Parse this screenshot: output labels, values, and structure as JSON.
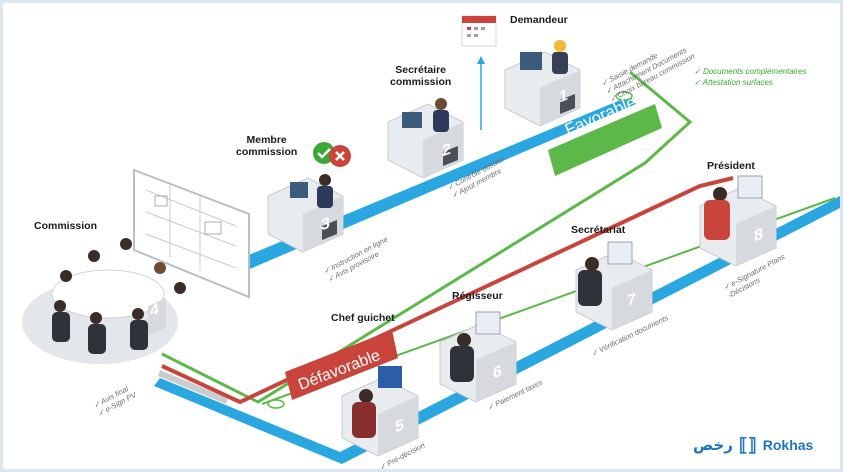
{
  "roles": {
    "demandeur": "Demandeur",
    "secretaire_commission": "Secrétaire\ncommission",
    "membre_commission": "Membre\ncommission",
    "commission": "Commission",
    "president": "Président",
    "secretariat": "Secrétariat",
    "regisseur": "Régisseur",
    "chef_guichet": "Chef guichet"
  },
  "steps": [
    "1",
    "2",
    "3",
    "4",
    "5",
    "6",
    "7",
    "8"
  ],
  "branches": {
    "favorable": "Favorable",
    "defavorable": "Défavorable"
  },
  "notes": {
    "step1": [
      "Saisie demande",
      "Attachement Documents",
      "Choix bureau commission"
    ],
    "step2": [
      "Contrôle dossier",
      "Ajout membre"
    ],
    "step3": [
      "Instruction en ligne",
      "Avis provisoire"
    ],
    "step4": [
      "Avis final",
      "e-Sign PV"
    ],
    "step5": [
      "Pré-décision"
    ],
    "step6": [
      "Paiement taxes"
    ],
    "step7": [
      "Vérification documents"
    ],
    "step8": [
      "e-Signature Plans",
      "-Décisions"
    ],
    "complementary": [
      "Documents complémentaires",
      "Attestation surfaces"
    ]
  },
  "logo": {
    "arabic": "رخص",
    "name": "Rokhas"
  },
  "colors": {
    "blue_path": "#2aa6e0",
    "green_path": "#5cb848",
    "red_path": "#c9443a",
    "logo": "#1f74c2"
  }
}
